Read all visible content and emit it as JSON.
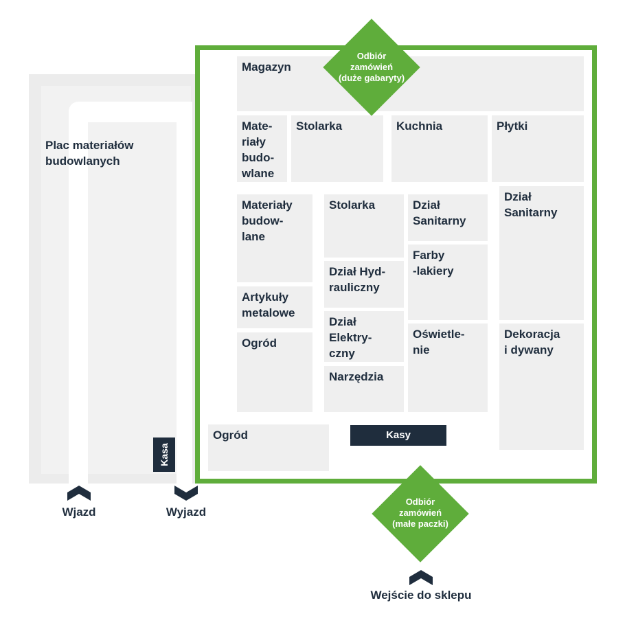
{
  "lot": {
    "label": "Plac materiałów\nbudowlanych",
    "kasa": "Kasa"
  },
  "pickup_large": "Odbiór\nzamówień\n(duże gabaryty)",
  "pickup_small": "Odbiór\nzamówień\n(małe paczki)",
  "zones": {
    "magazyn": "Magazyn",
    "materialy_1": "Mate-\nriały\nbudo-\nwlane",
    "stolarka_1": "Stolarka",
    "kuchnia": "Kuchnia",
    "plytki": "Płytki",
    "materialy_2": "Materiały\nbudow-\nlane",
    "stolarka_2": "Stolarka",
    "dzial_sanitarny_1": "Dział\nSanitarny",
    "dzial_sanitarny_2": "Dział\nSanitarny",
    "farby": "Farby\n-lakiery",
    "hydraulika": "Dział Hyd-\nrauliczny",
    "artykuly": "Artykuły\nmetalowe",
    "elektryka": "Dział\nElektry-\nczny",
    "ogrod_1": "Ogród",
    "oswietlenie": "Oświetle-\nnie",
    "dekoracja": "Dekoracja\ni dywany",
    "narzedzia": "Narzędzia",
    "ogrod_2": "Ogród"
  },
  "kasy": "Kasy",
  "entrances": {
    "wjazd": "Wjazd",
    "wyjazd": "Wyjazd",
    "wejscie": "Wejście do sklepu"
  },
  "colors": {
    "green": "#5fad3b",
    "navy": "#1f2d3d",
    "zone": "#efefef"
  },
  "icons": {
    "arrow": "chevron-up-icon"
  }
}
